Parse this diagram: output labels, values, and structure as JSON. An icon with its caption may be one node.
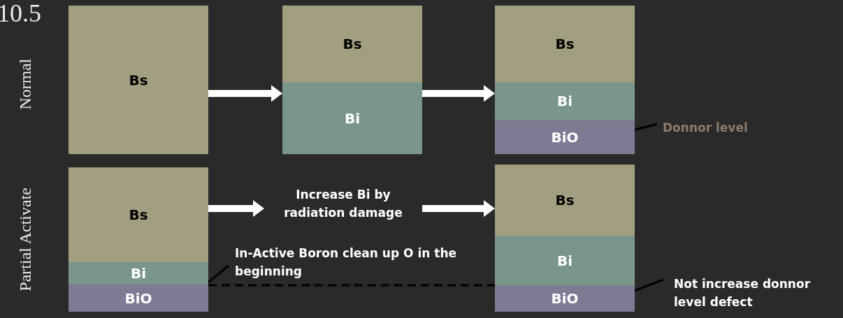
{
  "diagram": {
    "nodes": [
      {
        "text": [],
        "shape": "box"
      },
      {
        "text": [
          "Bs"
        ],
        "in": 0
      },
      {
        "text": [],
        "shape": "box"
      },
      {
        "text": [
          "Bs"
        ],
        "in": 2
      },
      {
        "text": [
          "Bi"
        ],
        "in": 2
      },
      {
        "text": [],
        "shape": "box"
      },
      {
        "text": [
          "Bs"
        ],
        "in": 5
      },
      {
        "text": [
          "Bi"
        ],
        "in": 5
      },
      {
        "text": [
          "BiO"
        ],
        "in": 5
      },
      {
        "text": [
          "Donnor level"
        ]
      },
      {
        "text": [],
        "shape": "box"
      },
      {
        "text": [
          "Bs"
        ],
        "in": 10
      },
      {
        "text": [
          "Bi"
        ],
        "in": 10
      },
      {
        "text": [
          "BiO"
        ],
        "in": 10
      },
      {
        "text": [
          "Increase Bi by radiation damage"
        ]
      },
      {
        "text": [
          "In-Active Boron clean up O in the beginning"
        ]
      },
      {
        "text": [],
        "shape": "box"
      },
      {
        "text": [
          "Bs"
        ],
        "in": 16
      },
      {
        "text": [
          "Bi"
        ],
        "in": 16
      },
      {
        "text": [
          "BiO"
        ],
        "in": 16
      },
      {
        "text": [
          "Not increase donnor level defect"
        ]
      }
    ],
    "edges": [
      {
        "from": 0,
        "to": 2,
        "arrow": "to",
        "style": "thick"
      },
      {
        "from": 2,
        "to": 5,
        "arrow": "to",
        "style": "thick"
      },
      {
        "from": 10,
        "to": 14,
        "arrow": "to",
        "style": "thick"
      },
      {
        "from": 14,
        "to": 16,
        "arrow": "to",
        "style": "thick"
      },
      {
        "from": 9,
        "to": 8,
        "arrow": "none",
        "color": "#000000"
      },
      {
        "from": 15,
        "to": 13,
        "arrow": "none",
        "color": "#000000"
      },
      {
        "from": 20,
        "to": 19,
        "arrow": "none",
        "color": "#000000"
      },
      {
        "from": 10,
        "to": 16,
        "arrow": "none",
        "style": "dashed",
        "color": "#000000"
      }
    ],
    "labels": [
      "10.5",
      "Normal",
      "Partial Activate"
    ]
  }
}
